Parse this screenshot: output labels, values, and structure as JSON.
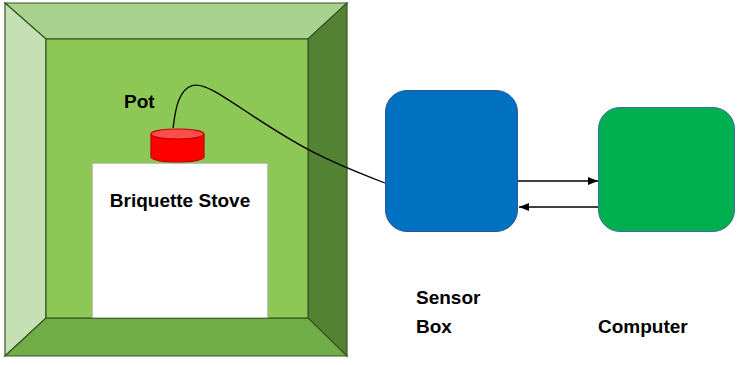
{
  "diagram": {
    "nodes": [
      {
        "text": [
          "Pot"
        ]
      },
      {
        "text": [
          "Briquette Stove"
        ]
      },
      {
        "text": [
          "Sensor Box"
        ]
      },
      {
        "text": [
          "Computer"
        ]
      }
    ],
    "edges": [
      {
        "from": 0,
        "to": 2,
        "arrow": "none"
      },
      {
        "from": 2,
        "to": 3,
        "arrow": "to"
      },
      {
        "from": 3,
        "to": 2,
        "arrow": "to"
      }
    ]
  }
}
